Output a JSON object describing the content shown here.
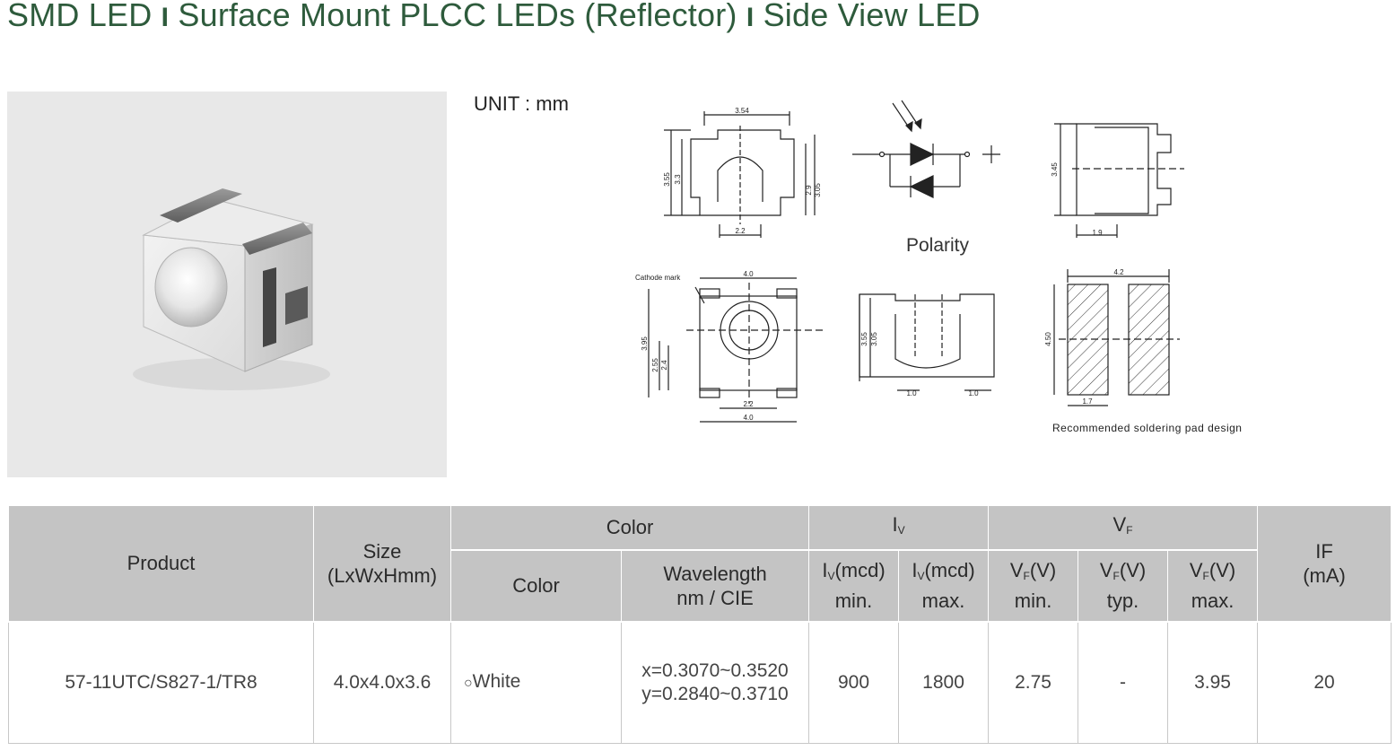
{
  "title": {
    "part1": "SMD LED",
    "sep": "I",
    "part2": "Surface Mount PLCC LEDs (Reflector)",
    "part3": "Side View LED"
  },
  "unit_label": "UNIT : mm",
  "drawing": {
    "dim_354": "3.54",
    "dim_355": "3.55",
    "dim_33": "3.3",
    "dim_29": "2.9",
    "dim_305": "3.05",
    "dim_22": "2.2",
    "dim_345": "3.45",
    "dim_19": "1.9",
    "polarity": "Polarity",
    "cathode_mark": "Cathode mark",
    "dim_40": "4.0",
    "dim_395": "3.95",
    "dim_255": "2.55",
    "dim_24": "2.4",
    "dim_10": "1.0",
    "dim_42": "4.2",
    "dim_450": "4.50",
    "dim_17": "1.7",
    "pad_caption": "Recommended soldering pad design"
  },
  "table": {
    "h_product": "Product",
    "h_size": "Size",
    "h_size_unit": "(LxWxHmm)",
    "h_color_group": "Color",
    "h_iv_group": "I",
    "h_iv_sub": "V",
    "h_vf_group": "V",
    "h_vf_sub": "F",
    "h_if": "IF",
    "h_if_unit": "(mA)",
    "h_color": "Color",
    "h_wavelength": "Wavelength",
    "h_wavelength_unit": "nm / CIE",
    "h_iv_min": "(mcd)",
    "h_iv_min_2": "min.",
    "h_iv_max": "(mcd)",
    "h_iv_max_2": "max.",
    "h_vf_min": "(V)",
    "h_vf_min_2": "min.",
    "h_vf_typ": "(V)",
    "h_vf_typ_2": "typ.",
    "h_vf_max": "(V)",
    "h_vf_max_2": "max.",
    "rows": [
      {
        "product": "57-11UTC/S827-1/TR8",
        "size": "4.0x4.0x3.6",
        "color": "White",
        "cie_x": "x=0.3070~0.3520",
        "cie_y": "y=0.2840~0.3710",
        "iv_min": "900",
        "iv_max": "1800",
        "vf_min": "2.75",
        "vf_typ": "-",
        "vf_max": "3.95",
        "if": "20"
      }
    ]
  },
  "colors": {
    "title": "#2e5b3c",
    "header_bg": "#c4c4c4"
  }
}
